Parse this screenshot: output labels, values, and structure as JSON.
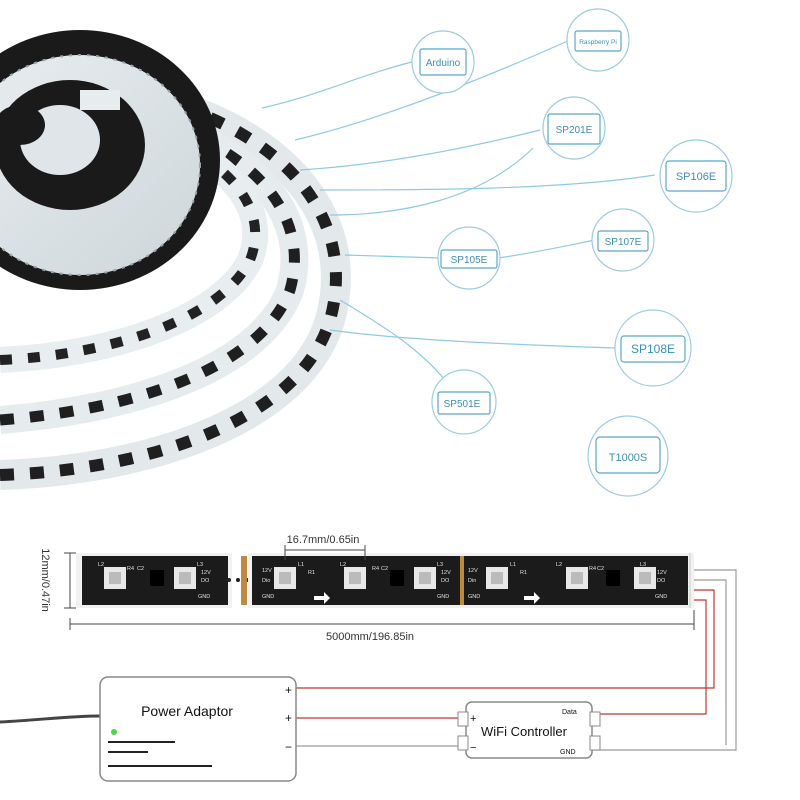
{
  "controllers": [
    {
      "id": "arduino",
      "label": "Arduino"
    },
    {
      "id": "raspberry",
      "label": "Raspberry Pi"
    },
    {
      "id": "sp201e",
      "label": "SP201E"
    },
    {
      "id": "sp106e",
      "label": "SP106E"
    },
    {
      "id": "sp105e",
      "label": "SP105E"
    },
    {
      "id": "sp107e",
      "label": "SP107E"
    },
    {
      "id": "sp108e",
      "label": "SP108E"
    },
    {
      "id": "sp501e",
      "label": "SP501E"
    },
    {
      "id": "t1000s",
      "label": "T1000S"
    }
  ],
  "strip": {
    "height_label": "12mm/0.47in",
    "pitch_label": "16.7mm/0.65in",
    "length_label": "5000mm/196.85in",
    "pcb_labels": {
      "l2": "L2",
      "l3": "L3",
      "l1": "L1",
      "r4": "R4",
      "c2": "C2",
      "r1": "R1",
      "v12": "12V",
      "dio": "Dio",
      "do": "DO",
      "gnd": "GND",
      "din": "Din"
    }
  },
  "power_adaptor": {
    "label": "Power Adaptor",
    "plus": "+",
    "minus": "−"
  },
  "wifi_controller": {
    "label": "WiFi Controller",
    "data": "Data",
    "gnd": "GND",
    "plus": "+",
    "minus": "−"
  },
  "colors": {
    "line": "#8ec9e3",
    "circle": "#9ccbe0",
    "box_text": "#3a8fb8",
    "strip_black": "#1b1b1b",
    "wire_red": "#c0392b",
    "wire_gray": "#9a9a9a"
  }
}
